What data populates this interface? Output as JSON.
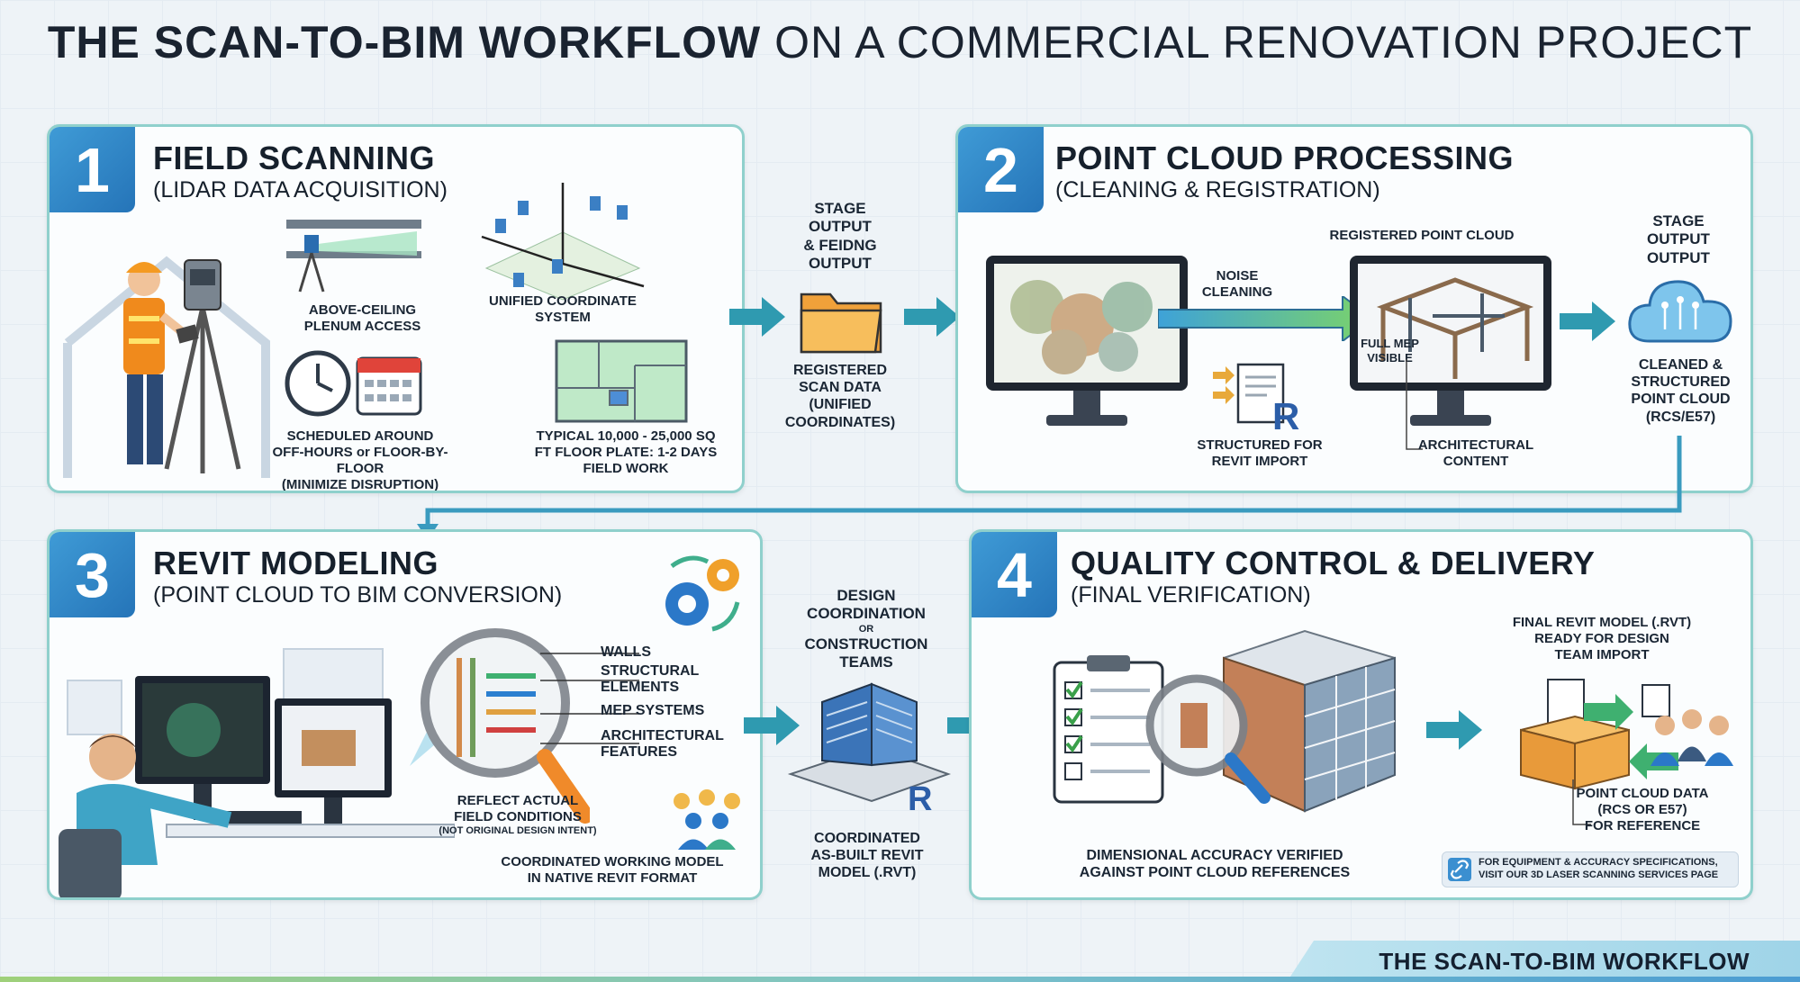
{
  "title": {
    "bold": "THE SCAN-TO-BIM WORKFLOW",
    "rest": " ON A COMMERCIAL RENOVATION PROJECT"
  },
  "colors": {
    "accent_blue": "#2e86c8",
    "teal": "#8fd0cc",
    "arrow": "#2f9ab0"
  },
  "step1": {
    "number": "1",
    "title": "FIELD SCANNING",
    "subtitle": "(LIDAR DATA ACQUISITION)",
    "plenum": "ABOVE-CEILING\nPLENUM ACCESS",
    "coord": "UNIFIED COORDINATE\nSYSTEM",
    "schedule": "SCHEDULED AROUND\nOFF-HOURS or FLOOR-BY-FLOOR\n(MINIMIZE DISRUPTION)",
    "typical": "TYPICAL 10,000 - 25,000 SQ\nFT FLOOR PLATE: 1-2 DAYS\nFIELD WORK"
  },
  "out1": {
    "top": "STAGE\nOUTPUT\n& FEIDNG\nOUTPUT",
    "bottom": "REGISTERED\nSCAN DATA\n(UNIFIED\nCOORDINATES)"
  },
  "step2": {
    "number": "2",
    "title": "POINT CLOUD PROCESSING",
    "subtitle": "(CLEANING & REGISTRATION)",
    "noise": "NOISE\nCLEANING",
    "registered": "REGISTERED POINT CLOUD",
    "mep": "FULL MEP\nVISIBLE",
    "structured": "STRUCTURED FOR\nREVIT IMPORT",
    "arch": "ARCHITECTURAL\nCONTENT",
    "out_top": "STAGE\nOUTPUT\nOUTPUT",
    "out_bottom": "CLEANED &\nSTRUCTURED\nPOINT CLOUD\n(RCS/E57)"
  },
  "step3": {
    "number": "3",
    "title": "REVIT MODELING",
    "subtitle": "(POINT CLOUD TO BIM CONVERSION)",
    "layers": [
      "WALLS",
      "STRUCTURAL\nELEMENTS",
      "MEP SYSTEMS",
      "ARCHITECTURAL\nFEATURES"
    ],
    "reflect": "REFLECT ACTUAL\nFIELD CONDITIONS",
    "reflect_small": "(NOT ORIGINAL DESIGN INTENT)",
    "working": "COORDINATED WORKING MODEL\nIN NATIVE REVIT FORMAT"
  },
  "out3": {
    "top": "DESIGN\nCOORDINATION",
    "or": "OR",
    "top2": "CONSTRUCTION\nTEAMS",
    "bottom": "COORDINATED\nAS-BUILT REVIT\nMODEL (.RVT)"
  },
  "step4": {
    "number": "4",
    "title": "QUALITY CONTROL & DELIVERY",
    "subtitle": "(FINAL VERIFICATION)",
    "accuracy": "DIMENSIONAL ACCURACY VERIFIED\nAGAINST POINT CLOUD REFERENCES",
    "final": "FINAL REVIT MODEL (.RVT)\nREADY FOR DESIGN\nTEAM IMPORT",
    "pcdata": "POINT CLOUD DATA\n(RCS OR E57)\nFOR REFERENCE",
    "note": "FOR EQUIPMENT & ACCURACY SPECIFICATIONS,\nVISIT OUR 3D LASER SCANNING SERVICES PAGE"
  },
  "footer": "THE SCAN-TO-BIM WORKFLOW",
  "revit_letter": "R"
}
